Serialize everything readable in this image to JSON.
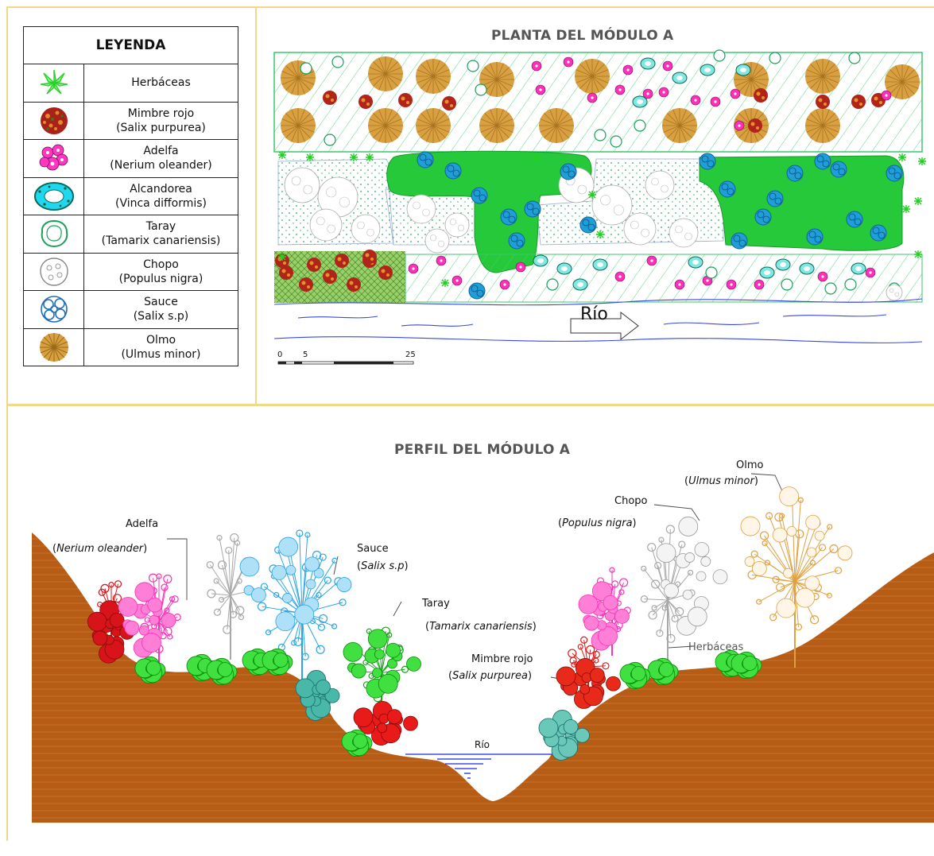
{
  "legend": {
    "title": "LEYENDA",
    "items": [
      {
        "icon": "herbaceas-icon",
        "name": "Herbáceas",
        "species": ""
      },
      {
        "icon": "mimbre-rojo-icon",
        "name": "Mimbre rojo",
        "species": "(Salix purpurea)"
      },
      {
        "icon": "adelfa-icon",
        "name": "Adelfa",
        "species": "(Nerium oleander)"
      },
      {
        "icon": "alcandorea-icon",
        "name": "Alcandorea",
        "species": "(Vinca difformis)"
      },
      {
        "icon": "taray-icon",
        "name": "Taray",
        "species": "(Tamarix canariensis)"
      },
      {
        "icon": "chopo-icon",
        "name": "Chopo",
        "species": "(Populus nigra)"
      },
      {
        "icon": "sauce-icon",
        "name": "Sauce",
        "species": "(Salix s.p)"
      },
      {
        "icon": "olmo-icon",
        "name": "Olmo",
        "species": "(Ulmus minor)"
      }
    ]
  },
  "plan": {
    "title": "PLANTA DEL MÓDULO A",
    "river_label": "Río",
    "scale": {
      "labels": [
        "0",
        "5",
        "25"
      ]
    }
  },
  "profile": {
    "title": "PERFIL DEL MÓDULO A",
    "river_label": "Río",
    "labels": {
      "adelfa": {
        "name": "Adelfa",
        "species": "Nerium oleander"
      },
      "sauce": {
        "name": "Sauce",
        "species": "Salix s.p"
      },
      "taray": {
        "name": "Taray",
        "species": "Tamarix canariensis"
      },
      "mimbre": {
        "name": "Mimbre rojo",
        "species": "Salix purpurea"
      },
      "chopo": {
        "name": "Chopo",
        "species": "Populus nigra"
      },
      "olmo": {
        "name": "Olmo",
        "species": "Ulmus minor"
      },
      "herbaceas": {
        "name": "Herbáceas"
      }
    }
  },
  "colors": {
    "frame": "#f2d98a",
    "earth": "#b75e16",
    "herb_green": "#3fd43f",
    "mimbre": "#c83a12",
    "adelfa": "#ff2fb8",
    "taray": "#1aa05a",
    "sauce": "#1f8fc8",
    "olmo": "#d8a040",
    "green_fill": "#22c93a",
    "water": "#2233cc"
  }
}
